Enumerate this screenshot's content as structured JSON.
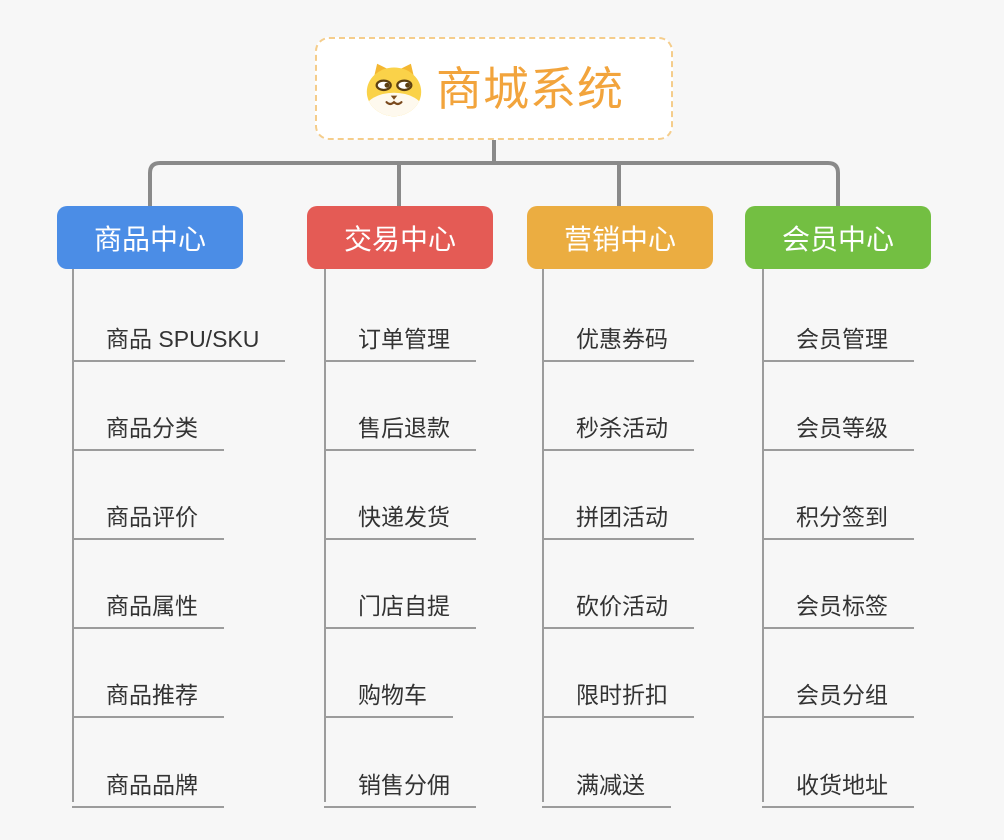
{
  "canvas": {
    "background": "#F7F7F7"
  },
  "root": {
    "title": "商城系统",
    "icon": "shiba-dog",
    "accent_color": "#F2A43C",
    "border_color": "#F5CD8B"
  },
  "branches": [
    {
      "label": "商品中心",
      "color": "#4B8DE6",
      "items": [
        "商品 SPU/SKU",
        "商品分类",
        "商品评价",
        "商品属性",
        "商品推荐",
        "商品品牌"
      ]
    },
    {
      "label": "交易中心",
      "color": "#E45B55",
      "items": [
        "订单管理",
        "售后退款",
        "快递发货",
        "门店自提",
        "购物车",
        "销售分佣"
      ]
    },
    {
      "label": "营销中心",
      "color": "#EBAD41",
      "items": [
        "优惠券码",
        "秒杀活动",
        "拼团活动",
        "砍价活动",
        "限时折扣",
        "满减送"
      ]
    },
    {
      "label": "会员中心",
      "color": "#73BF42",
      "items": [
        "会员管理",
        "会员等级",
        "积分签到",
        "会员标签",
        "会员分组",
        "收货地址"
      ]
    }
  ],
  "connectors": {
    "primary_color": "#8A8A8A",
    "secondary_color": "#9C9C9C"
  }
}
